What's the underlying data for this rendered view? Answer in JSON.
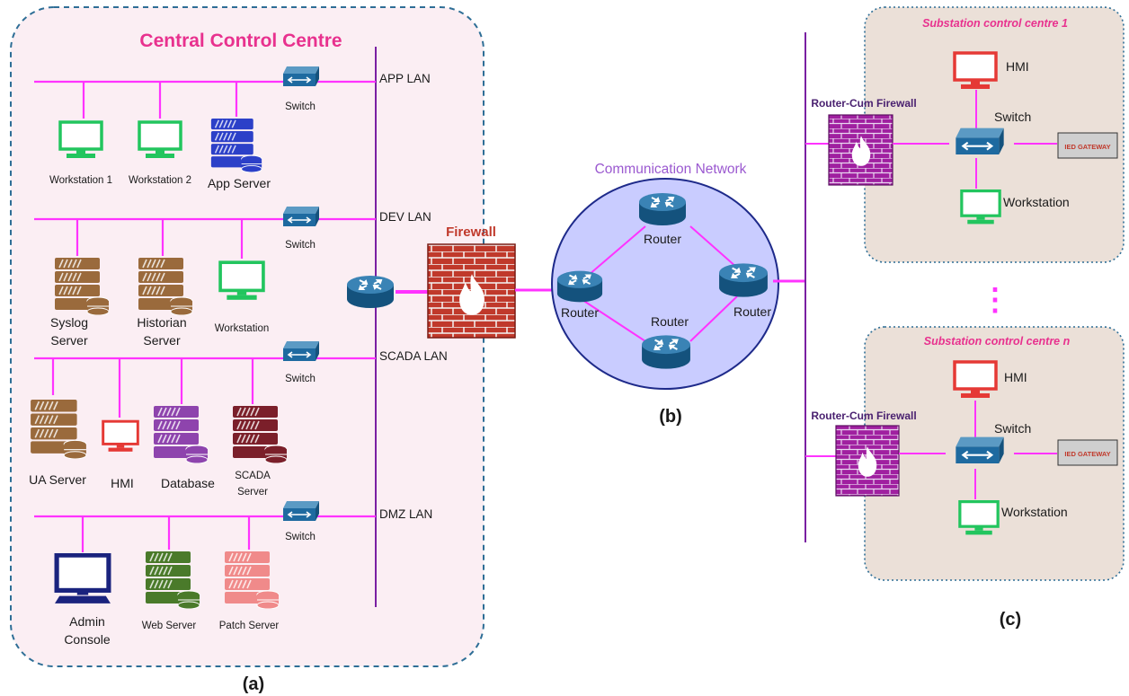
{
  "central": {
    "title": "Central Control Centre",
    "caption": "(a)",
    "lans": {
      "app": {
        "label": "APP LAN",
        "switch": "Switch",
        "nodes": [
          "Workstation 1",
          "Workstation 2",
          "App Server"
        ]
      },
      "dev": {
        "label": "DEV LAN",
        "switch": "Switch",
        "nodes": [
          "Syslog",
          "Server",
          "Historian",
          "Server",
          "Workstation"
        ]
      },
      "scada": {
        "label": "SCADA LAN",
        "switch": "Switch",
        "nodes": [
          "UA Server",
          "HMI",
          "Database",
          "SCADA",
          "Server"
        ]
      },
      "dmz": {
        "label": "DMZ LAN",
        "switch": "Switch",
        "nodes": [
          "Admin",
          "Console",
          "Web Server",
          "Patch Server"
        ]
      }
    },
    "firewall": "Firewall"
  },
  "network": {
    "title": "Communication Network",
    "caption": "(b)",
    "routers": [
      "Router",
      "Router",
      "Router",
      "Router"
    ]
  },
  "substations": {
    "caption": "(c)",
    "ellipsis": "⋮",
    "sites": [
      {
        "title": "Substation  control centre 1",
        "firewall": "Router-Cum Firewall",
        "hmi": "HMI",
        "switch": "Switch",
        "gateway": "IED GATEWAY",
        "workstation": "Workstation"
      },
      {
        "title": "Substation control centre n",
        "firewall": "Router-Cum Firewall",
        "hmi": "HMI",
        "switch": "Switch",
        "gateway": "IED GATEWAY",
        "workstation": "Workstation"
      }
    ]
  },
  "colors": {
    "link": "#ff33ff",
    "bus": "#7a1fa2",
    "device_blue": "#1e6aa0",
    "central_bg": "#fbeef3",
    "central_border": "#2e6e96",
    "network_bg": "#c9ccff",
    "substation_bg": "#ebe0d8",
    "title_pink": "#e8318e",
    "network_title": "#9b59d0",
    "firewall_red": "#c0392b",
    "firewall_purple": "#a020a0"
  }
}
